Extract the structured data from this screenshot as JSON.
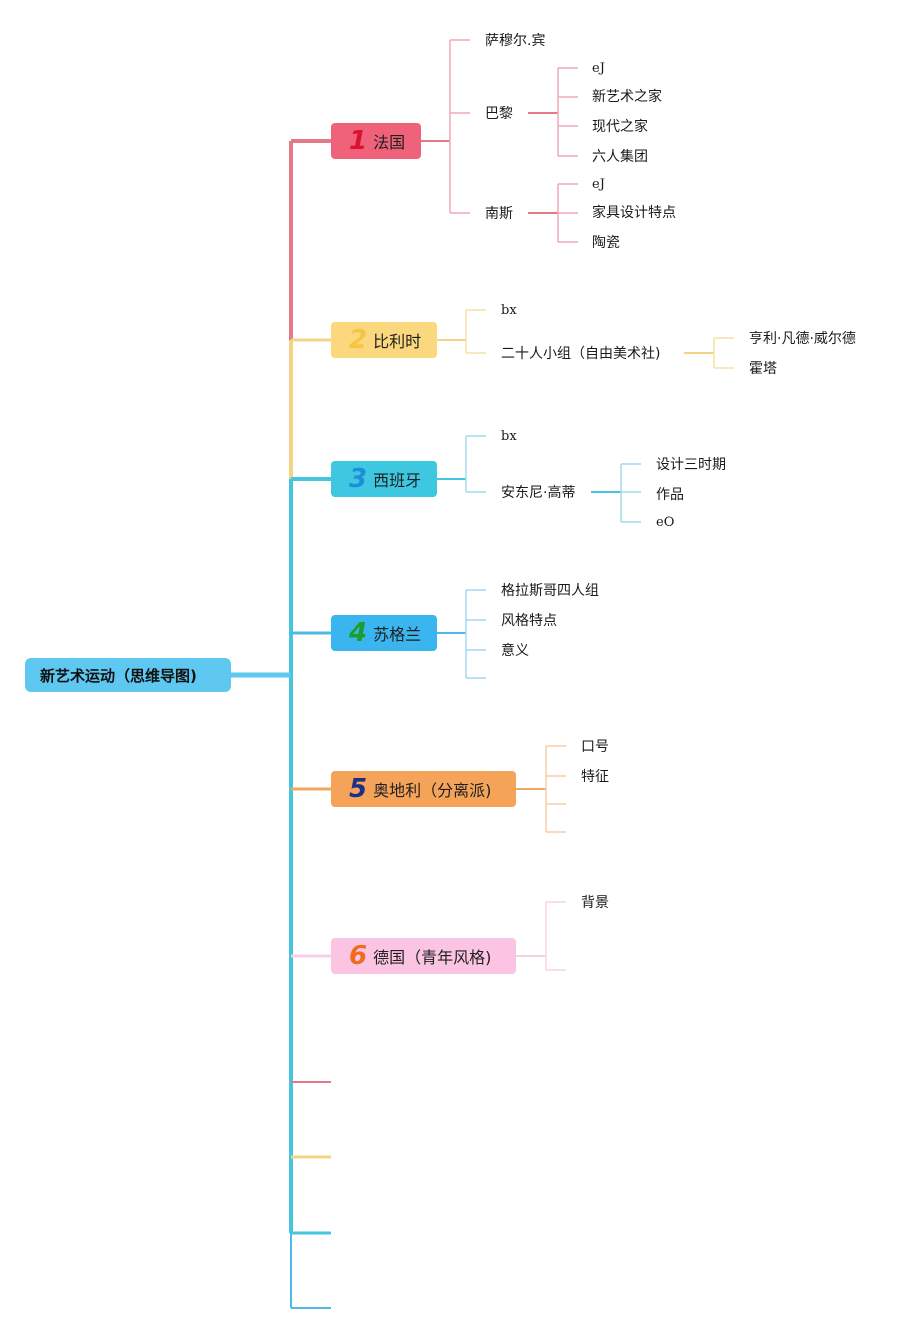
{
  "root": {
    "label": "新艺术运动（思维导图)"
  },
  "branches": [
    {
      "num": "1",
      "label": "法国",
      "color": "#f0627a",
      "line_color": "#e57a86",
      "num_color": "#d9132f"
    },
    {
      "num": "2",
      "label": "比利时",
      "color": "#fbd77e",
      "line_color": "#f3d486",
      "num_color": "#f5c542"
    },
    {
      "num": "3",
      "label": "西班牙",
      "color": "#3ec7e0",
      "line_color": "#45c5e0",
      "num_color": "#1d8fd8"
    },
    {
      "num": "4",
      "label": "苏格兰",
      "color": "#3bb5ef",
      "line_color": "#4cb9ea",
      "num_color": "#1b9e2b"
    },
    {
      "num": "5",
      "label": "奥地利（分离派)",
      "color": "#f6a35a",
      "line_color": "#f0a760",
      "num_color": "#1e2f8a"
    },
    {
      "num": "6",
      "label": "德国（青年风格)",
      "color": "#fbc4e3",
      "line_color": "#f8cfe6",
      "num_color": "#f26b1d"
    }
  ],
  "france": {
    "samuel": "萨穆尔.宾",
    "paris": {
      "label": "巴黎",
      "items": [
        "eJ",
        "新艺术之家",
        "现代之家",
        "六人集团"
      ]
    },
    "nancy": {
      "label": "南斯",
      "items": [
        "eJ",
        "家具设计特点",
        "陶瓷"
      ]
    }
  },
  "belgium": {
    "items": [
      "bx",
      "二十人小组（自由美术社)"
    ],
    "sub": [
      "亨利·凡德·威尔德",
      "霍塔"
    ]
  },
  "spain": {
    "items": [
      "bx",
      "安东尼·高蒂"
    ],
    "sub": [
      "设计三时期",
      "作品",
      "eO"
    ]
  },
  "scotland": {
    "items": [
      "格拉斯哥四人组",
      "风格特点",
      "意义"
    ]
  },
  "austria": {
    "items": [
      "口号",
      "特征"
    ]
  },
  "germany": {
    "items": [
      "背景"
    ]
  },
  "colors": {
    "red": "#e57a86",
    "yellow": "#f3d486",
    "cyan": "#45c5e0",
    "blue": "#4cb9ea",
    "orange": "#f0a760",
    "pink": "#f8cfe6",
    "root": "#5ec8f0"
  }
}
